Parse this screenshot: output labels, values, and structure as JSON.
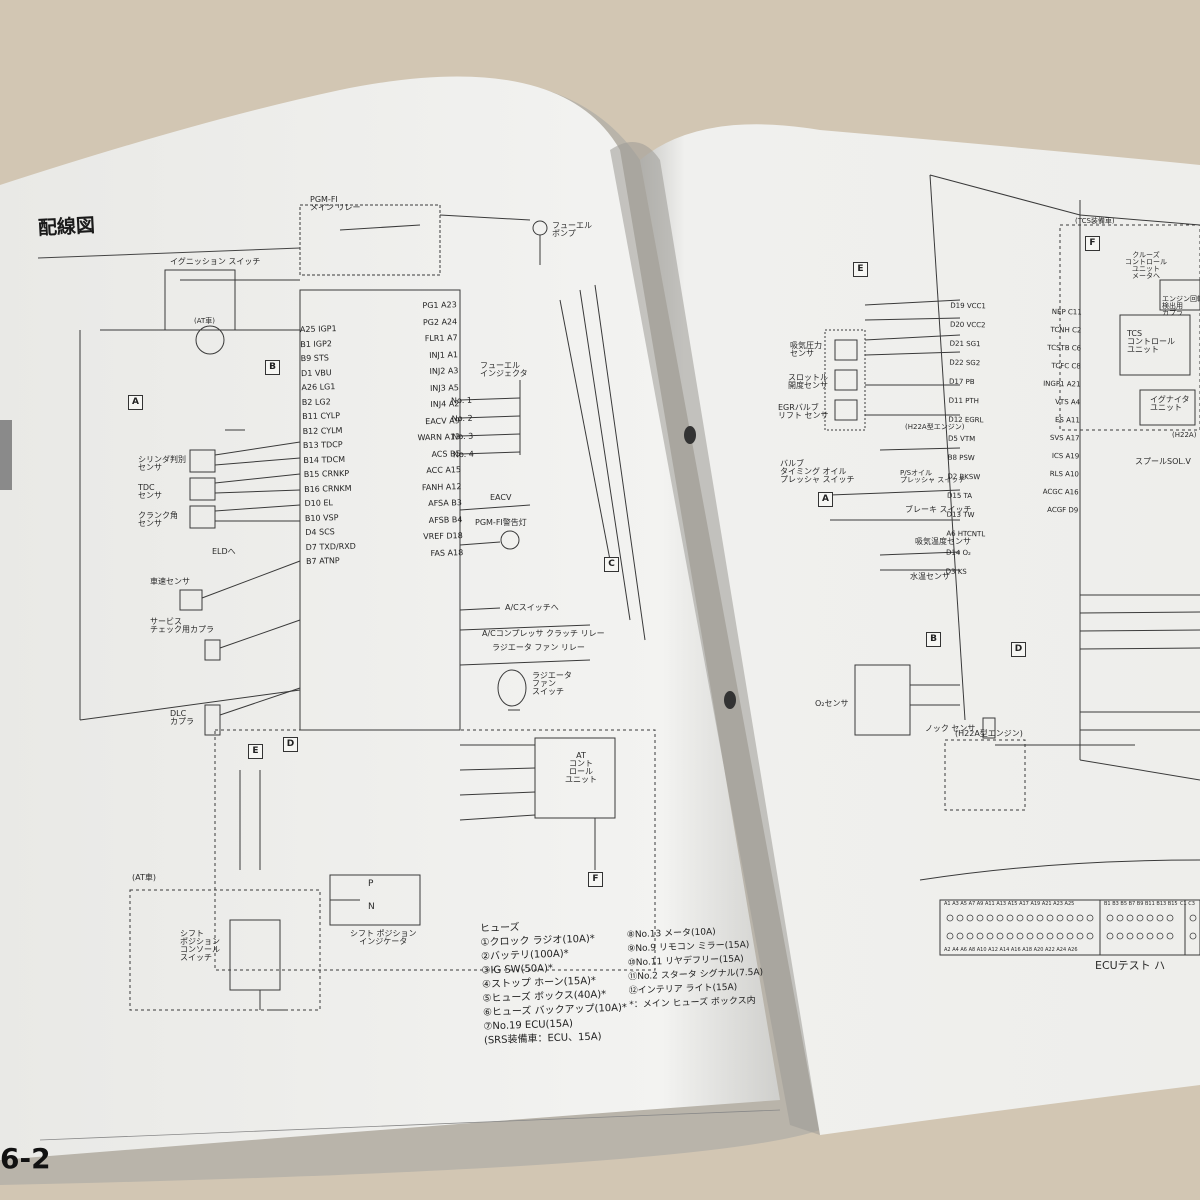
{
  "left_page": {
    "title": "配線図",
    "page_number": "6-2",
    "relay_label": "PGM-FI\nメイン リレー",
    "fuel_pump": "フューエル\nポンプ",
    "ignition_switch": "イグニッション スイッチ",
    "injector_label": "フューエル\nインジェクタ",
    "ecu_pins": [
      "A25 IGP1",
      "B1 IGP2",
      "B9 STS",
      "D1 VBU",
      "A26 LG1",
      "B2 LG2",
      "B11 CYLP",
      "B12 CYLM",
      "B13 TDCP",
      "B14 TDCM",
      "B15 CRNKP",
      "B16 CRNKM",
      "D10 EL",
      "B10 VSP",
      "D4 SCS",
      "D7 TXD/RXD",
      "B7 ATNP"
    ],
    "ecu_right_pins": [
      "PG1 A23",
      "PG2 A24",
      "FLR1 A7",
      "INJ1 A1",
      "INJ2 A3",
      "INJ3 A5",
      "INJ4 A2",
      "EACV A9",
      "WARN A13",
      "ACS B5",
      "ACC A15",
      "FANH A12",
      "AFSA B3",
      "AFSB B4",
      "VREF D18",
      "FAS A18"
    ],
    "injectors": [
      "No. 1",
      "No. 2",
      "No. 3",
      "No. 4"
    ],
    "sensors": [
      "シリンダ判別\nセンサ",
      "TDC\nセンサ",
      "クランク角\nセンサ"
    ],
    "vehicle_speed_sensor": "車速センサ",
    "service_check": "サービス\nチェック用カプラ",
    "dlc": "DLC\nカプラ",
    "eld": "ELDへ",
    "eacv": "EACV",
    "warning_lamp": "PGM-FI警告灯",
    "ac_switch": "A/Cスイッチへ",
    "ac_clutch": "A/Cコンプレッサ クラッチ リレー",
    "radiator_relay": "ラジエータ ファン リレー",
    "radiator_switch": "ラジエータ\nファン\nスイッチ",
    "at_unit": "AT\nコント\nロール\nユニット",
    "shift_indicator": "シフト ポジション\nインジケータ",
    "shift_switch": "シフト\nポジション\nコンソール\nスイッチ",
    "at_car": "(AT車)",
    "at_car_inner": "(AT車)",
    "p_label": "P",
    "n_label": "N",
    "connectors": [
      "A",
      "B",
      "C",
      "D",
      "E",
      "F"
    ],
    "fuses_title": "ヒューズ",
    "fuses_left": [
      "①クロック ラジオ(10A)*",
      "②バッテリ(100A)*",
      "③IG SW(50A)*",
      "④ストップ ホーン(15A)*",
      "⑤ヒューズ ボックス(40A)*",
      "⑥ヒューズ バックアップ(10A)*",
      "⑦No.19 ECU(15A)",
      "(SRS装備車：ECU、15A)"
    ],
    "fuses_right": [
      "⑧No.13 メータ(10A)",
      "⑨No.9 リモコン ミラー(15A)",
      "⑩No.11 リヤデフリー(15A)",
      "⑪No.2 スタータ シグナル(7.5A)",
      "⑫インテリア ライト(15A)",
      "*：メイン ヒューズ ボックス内"
    ]
  },
  "right_page": {
    "ecu_pins": [
      "D19 VCC1",
      "D20 VCC2",
      "D21 SG1",
      "D22 SG2",
      "D17 PB",
      "D11 PTH",
      "D12 EGRL",
      "D5 VTM",
      "B8 PSW",
      "D2 BKSW",
      "D15 TA",
      "D13 TW",
      "A6 HTCNTL",
      "D14 O₂",
      "D3 KS"
    ],
    "right_pins": [
      "NEP C11",
      "TCNH C2",
      "TCSTB C6",
      "TCFC C8",
      "INGP1 A21",
      "VTS A4",
      "ES A11",
      "SVS A17",
      "ICS A19",
      "RLS A10",
      "ACGC A16",
      "ACGF D9"
    ],
    "tcs_label": "(TCS装備車)",
    "cruise": "クルーズ\nコントロール\nユニット\nメータへ",
    "engine_rpm": "エンジン回転\n検出用\nカプラ",
    "tcs_unit": "TCS\nコントロール\nユニット",
    "igniter": "イグナイタ\nユニット",
    "h22a_tag": "(H22A)",
    "spool": "スプールSOL.V",
    "map_sensor": "吸気圧力\nセンサ",
    "throttle_sensor": "スロットル\n開度センサ",
    "egr_sensor": "EGRバルブ\nリフト センサ",
    "h22a_engine": "(H22A型エンジン)",
    "valve_timing": "バルブ\nタイミング オイル\nプレッシャ スイッチ",
    "ps_oil": "P/Sオイル\nプレッシャ スイッチ",
    "brake_switch": "ブレーキ スイッチ",
    "intake_temp": "吸気温度センサ",
    "coolant_temp": "水温センサ",
    "o2_sensor": "O₂センサ",
    "knock_h22a": "(H22A型エンジン)",
    "knock_sensor": "ノック センサ",
    "connector_row_top": "A1 A3 A5 A7 A9 A11 A13 A15 A17 A19 A21 A23 A25",
    "connector_row_bottom": "A2 A4 A6 A8 A10 A12 A14 A16 A18 A20 A22 A24 A26",
    "connector_b": "B1 B3 B5 B7 B9 B11 B13 B15",
    "connector_c": "C1 C3",
    "ecu_test": "ECUテスト ハ",
    "connectors": [
      "E",
      "F",
      "A",
      "B",
      "D"
    ]
  },
  "colors": {
    "background": "#d2c6b3",
    "paper": "#f0efec",
    "ink": "#2a2a2a",
    "tab": "#8a8a8a"
  }
}
